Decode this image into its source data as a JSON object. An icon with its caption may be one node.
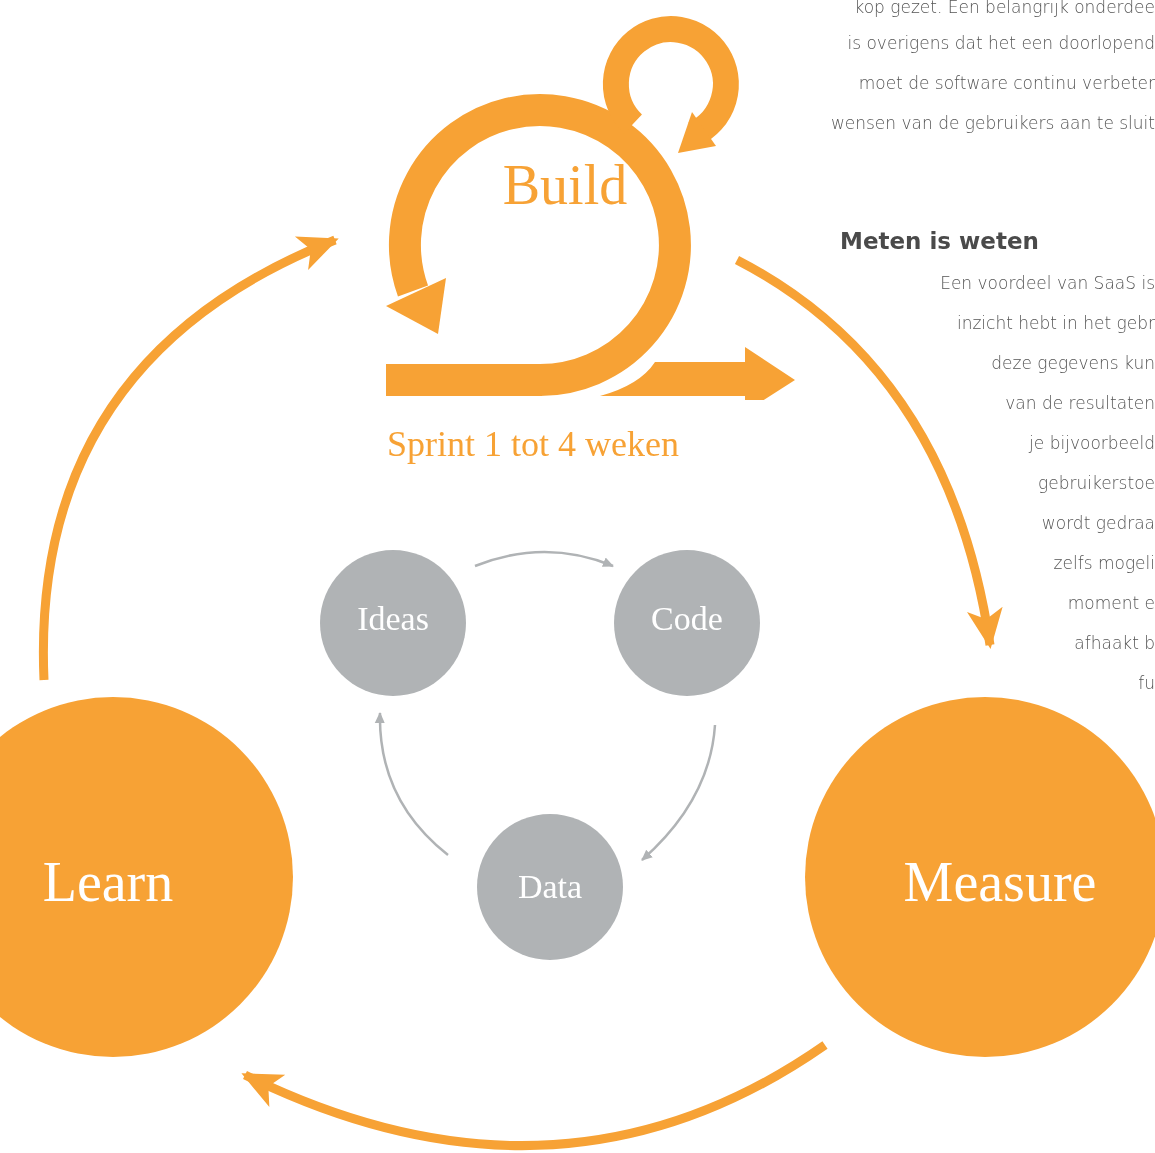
{
  "diagram": {
    "nodes": [
      {
        "text": [
          "Build"
        ]
      },
      {
        "text": [
          "Measure"
        ]
      },
      {
        "text": [
          "Learn"
        ]
      },
      {
        "text": [
          "Ideas"
        ]
      },
      {
        "text": [
          "Code"
        ]
      },
      {
        "text": [
          "Data"
        ]
      }
    ],
    "edges": [
      {
        "from": 0,
        "to": 1,
        "arrow": "to",
        "style": "thick",
        "color": "#f7a235"
      },
      {
        "from": 1,
        "to": 2,
        "arrow": "to",
        "style": "thick",
        "color": "#f7a235"
      },
      {
        "from": 2,
        "to": 0,
        "arrow": "to",
        "style": "thick",
        "color": "#f7a235"
      },
      {
        "from": 3,
        "to": 4,
        "arrow": "to",
        "color": "#b0b3b5"
      },
      {
        "from": 4,
        "to": 5,
        "arrow": "to",
        "color": "#b0b3b5"
      },
      {
        "from": 5,
        "to": 3,
        "arrow": "to",
        "color": "#b0b3b5"
      }
    ],
    "labels": [
      "kop gezet. Een belangrijk onderdee",
      "is overigens dat het een doorlopend",
      "moet de software continu verbeter",
      "wensen van de gebruikers aan te sluit",
      "Meten is weten",
      "Een voordeel van SaaS is",
      "inzicht hebt in het gebr",
      "deze gegevens kun",
      "van de resultaten",
      "je bijvoorbeeld",
      "Sprint 1 tot 4 weken",
      "gebruikerstoe",
      "wordt gedraa",
      "zelfs mogeli",
      "moment e",
      "afhaakt b",
      "fu"
    ]
  }
}
